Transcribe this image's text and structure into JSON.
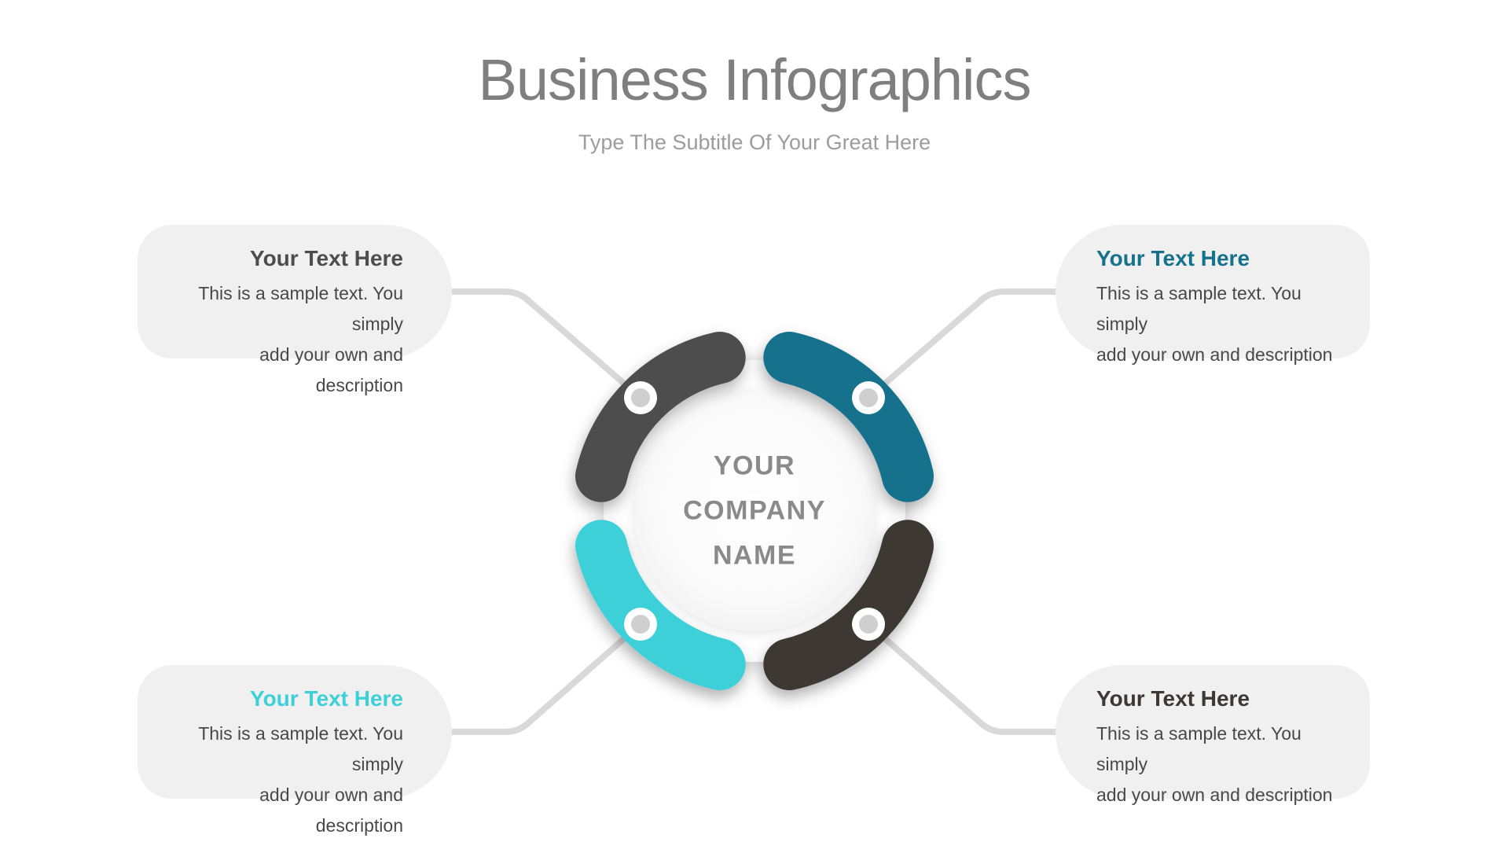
{
  "page": {
    "title": "Business Infographics",
    "subtitle": "Type The Subtitle Of Your Great Here"
  },
  "center_label": {
    "lines": [
      "YOUR",
      "COMPANY",
      "NAME"
    ]
  },
  "cards": [
    {
      "position": "top-left",
      "title": "Your Text Here",
      "accent": "#4d4d4d",
      "body": "This is a sample text. You simply\nadd your own and description"
    },
    {
      "position": "top-right",
      "title": "Your Text Here",
      "accent": "#16718c",
      "body": "This is a sample text. You simply\nadd your own and description"
    },
    {
      "position": "bottom-left",
      "title": "Your Text Here",
      "accent": "#3dd0d8",
      "body": "This is a sample text. You simply\nadd your own and description"
    },
    {
      "position": "bottom-right",
      "title": "Your Text Here",
      "accent": "#3e3733",
      "body": "This is a sample text. You simply\nadd your own and description"
    }
  ],
  "diagram": {
    "segments": [
      {
        "position": "top-left",
        "color": "#4d4d4d"
      },
      {
        "position": "top-right",
        "color": "#16718c"
      },
      {
        "position": "bottom-left",
        "color": "#3dd0d8"
      },
      {
        "position": "bottom-right",
        "color": "#3e3733"
      }
    ],
    "connector_color": "#d9d9d9",
    "dot_ring_color": "#ffffff",
    "dot_fill": "#cfcfcf"
  },
  "colors": {
    "background": "#ffffff",
    "card_background": "#f0f0f0",
    "title_text": "#7f7f7f",
    "subtitle_text": "#9c9c9c",
    "center_text": "#8a8a8a",
    "body_text": "#484848"
  }
}
